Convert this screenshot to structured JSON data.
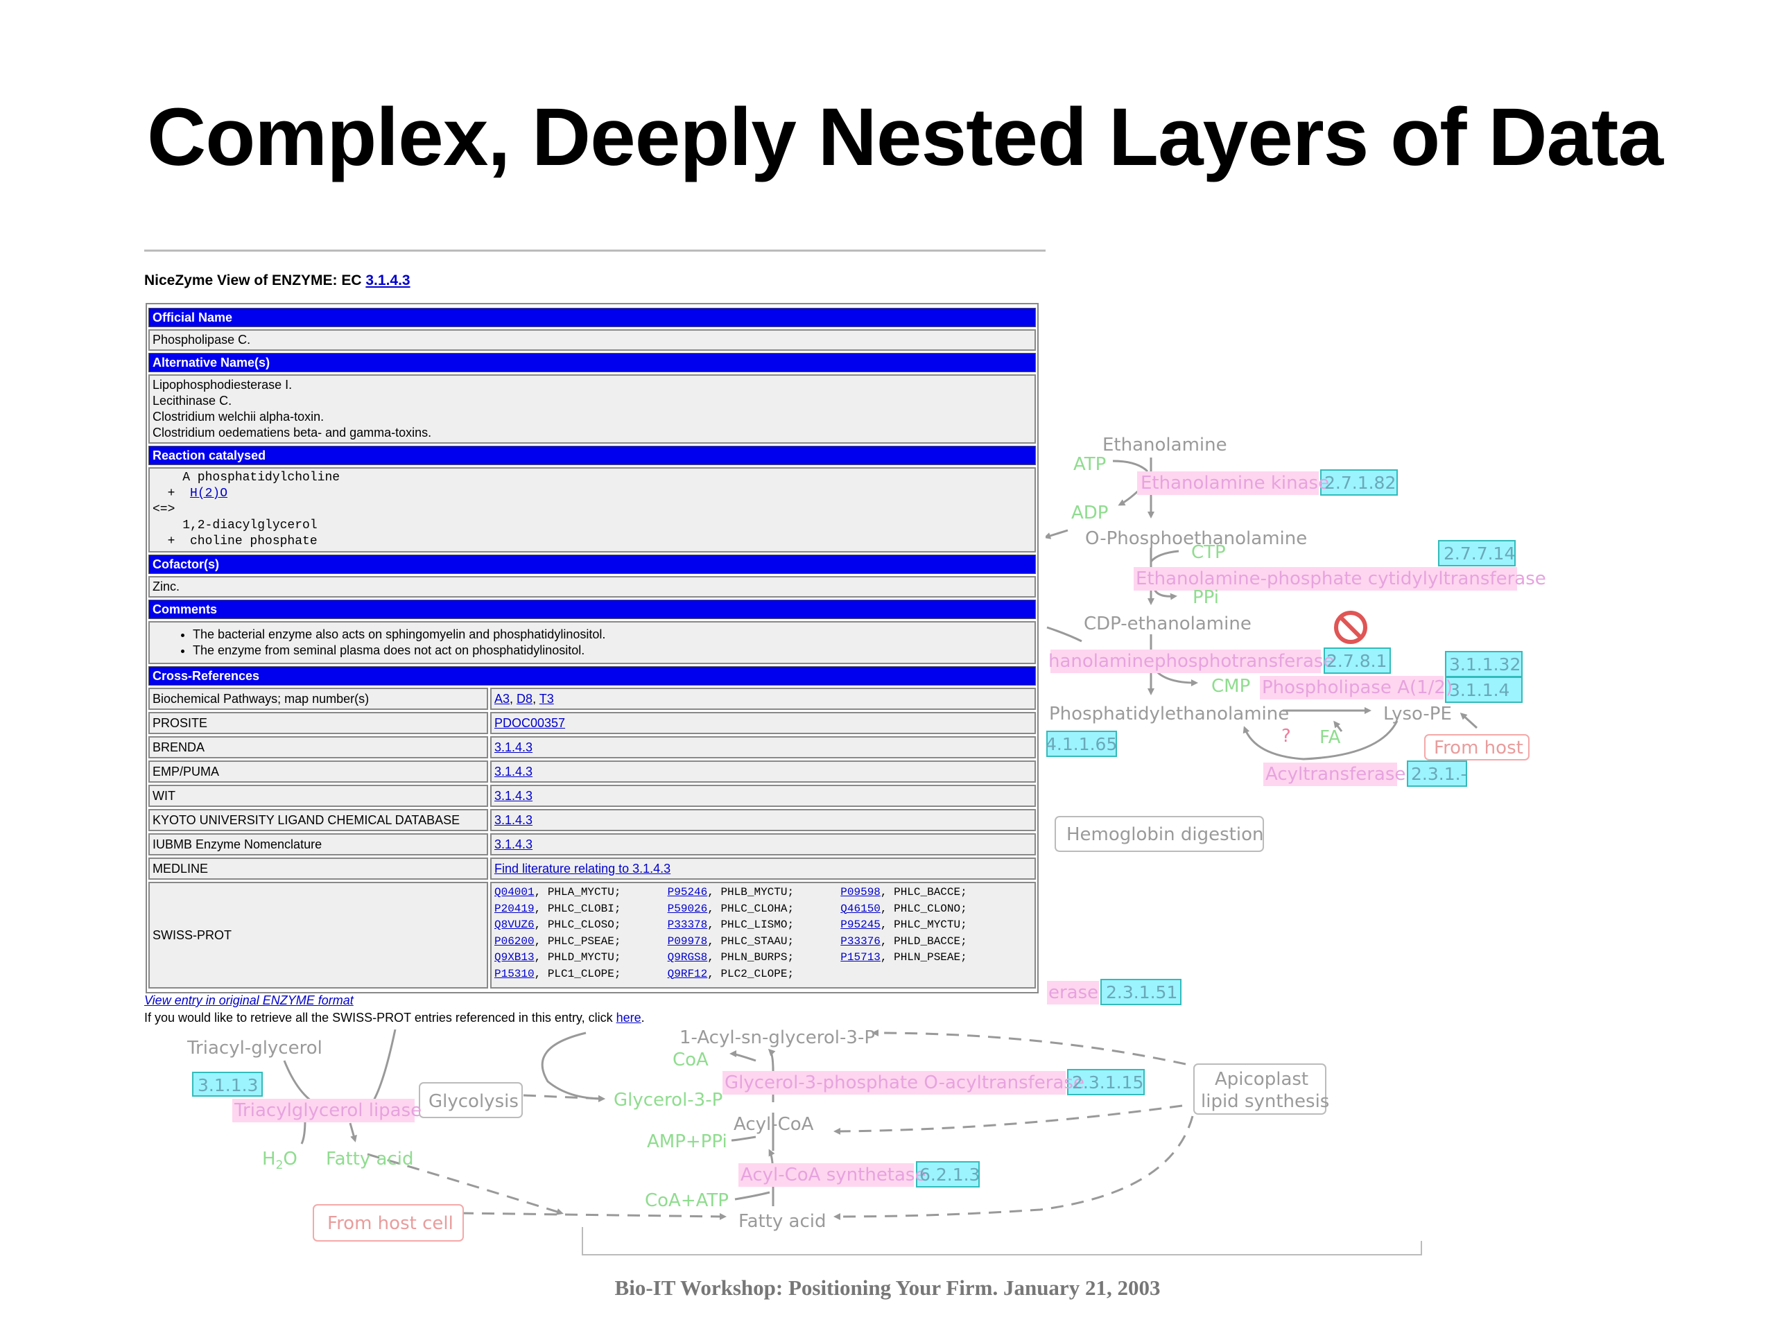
{
  "slide": {
    "title": "Complex, Deeply Nested Layers of Data",
    "footer": "Bio-IT Workshop: Positioning Your Firm. January 21, 2003"
  },
  "nicezyme": {
    "heading": "NiceZyme View of ENZYME: EC",
    "ec_number": "3.1.4.3",
    "official_name_label": "Official Name",
    "official_name": "Phospholipase C.",
    "alt_names_label": "Alternative Name(s)",
    "alt_names": [
      "Lipophosphodiesterase I.",
      "Lecithinase C.",
      "Clostridium welchii alpha-toxin.",
      "Clostridium oedematiens beta- and gamma-toxins."
    ],
    "reaction_label": "Reaction catalysed",
    "reaction": {
      "line1": "    A phosphatidylcholine",
      "plus1": "  +",
      "h2o": "H(2)O",
      "arrow": "<=>",
      "line3": "    1,2-diacylglycerol",
      "line4": "  +  choline phosphate"
    },
    "cofactors_label": "Cofactor(s)",
    "cofactor": "Zinc.",
    "comments_label": "Comments",
    "comments": [
      "The bacterial enzyme also acts on sphingomyelin and phosphatidylinositol.",
      "The enzyme from seminal plasma does not act on phosphatidylinositol."
    ],
    "xref_label": "Cross-References",
    "xrefs": [
      {
        "db": "Biochemical Pathways; map number(s)",
        "links": [
          "A3",
          "D8",
          "T3"
        ]
      },
      {
        "db": "PROSITE",
        "links": [
          "PDOC00357"
        ]
      },
      {
        "db": "BRENDA",
        "links": [
          "3.1.4.3"
        ]
      },
      {
        "db": "EMP/PUMA",
        "links": [
          "3.1.4.3"
        ]
      },
      {
        "db": "WIT",
        "links": [
          "3.1.4.3"
        ]
      },
      {
        "db": "KYOTO UNIVERSITY LIGAND CHEMICAL DATABASE",
        "links": [
          "3.1.4.3"
        ]
      },
      {
        "db": "IUBMB Enzyme Nomenclature",
        "links": [
          "3.1.4.3"
        ]
      },
      {
        "db": "MEDLINE",
        "links": [
          "Find literature relating to 3.1.4.3"
        ]
      }
    ],
    "swissprot": {
      "db": "SWISS-PROT",
      "rows": [
        [
          [
            "Q04001",
            "PHLA_MYCTU"
          ],
          [
            "P95246",
            "PHLB_MYCTU"
          ],
          [
            "P09598",
            "PHLC_BACCE"
          ]
        ],
        [
          [
            "P20419",
            "PHLC_CLOBI"
          ],
          [
            "P59026",
            "PHLC_CLOHA"
          ],
          [
            "Q46150",
            "PHLC_CLONO"
          ]
        ],
        [
          [
            "Q8VUZ6",
            "PHLC_CLOSO"
          ],
          [
            "P33378",
            "PHLC_LISMO"
          ],
          [
            "P95245",
            "PHLC_MYCTU"
          ]
        ],
        [
          [
            "P06200",
            "PHLC_PSEAE"
          ],
          [
            "P09978",
            "PHLC_STAAU"
          ],
          [
            "P33376",
            "PHLD_BACCE"
          ]
        ],
        [
          [
            "Q9XB13",
            "PHLD_MYCTU"
          ],
          [
            "Q9RGS8",
            "PHLN_BURPS"
          ],
          [
            "P15713",
            "PHLN_PSEAE"
          ]
        ],
        [
          [
            "P15310",
            "PLC1_CLOPE"
          ],
          [
            "Q9RF12",
            "PLC2_CLOPE"
          ]
        ]
      ]
    },
    "footer_link": "View entry in original ENZYME format",
    "footer_text": "If you would like to retrieve all the SWISS-PROT entries referenced in this entry, click",
    "footer_here": "here",
    "footer_end": "."
  },
  "pathway": {
    "ethanolamine": "Ethanolamine",
    "atp": "ATP",
    "ethanolamine_kinase": "Ethanolamine kinase",
    "ec_2_7_1_82": "2.7.1.82",
    "adp": "ADP",
    "o_phosphoethanolamine": "O-Phosphoethanolamine",
    "ctp": "CTP",
    "ec_2_7_7_14": "2.7.7.14",
    "eth_p_cytidylyltransferase": "Ethanolamine-phosphate cytidylyltransferase",
    "ppi": "PPi",
    "cdp_ethanolamine": "CDP-ethanolamine",
    "phosphotransferase": "hanolaminephosphotransferase",
    "ec_2_7_8_1": "2.7.8.1",
    "ec_3_1_1_32": "3.1.1.32",
    "cmp": "CMP",
    "phospholipase_a": "Phospholipase A(1/2)",
    "ec_3_1_1_4": "3.1.1.4",
    "phosphatidylethanolamine": "Phosphatidylethanolamine",
    "lyso_pe": "Lyso-PE",
    "ec_4_1_1_65": "4.1.1.65",
    "question": "?",
    "fa": "FA",
    "from_host": "From host",
    "acyltransferase": "Acyltransferase",
    "ec_2_3_1": "2.3.1.-",
    "hemoglobin_digestion": "Hemoglobin digestion",
    "erase": "erase",
    "ec_2_3_1_51": "2.3.1.51",
    "acyl_glycerol_3p": "1-Acyl-sn-glycerol-3-P",
    "triacylglycerol": "Triacyl-glycerol",
    "ec_3_1_1_3": "3.1.1.3",
    "triacylglycerol_lipase": "Triacylglycerol lipase",
    "h2o": "H",
    "h2o_sub": "2",
    "h2o_o": "O",
    "fatty_acid_1": "Fatty acid",
    "glycolysis": "Glycolysis",
    "coa": "CoA",
    "glycerol_3p": "Glycerol-3-P",
    "g3p_acyltransferase": "Glycerol-3-phosphate O-acyltransferase",
    "ec_2_3_1_15": "2.3.1.15",
    "apicoplast_1": "Apicoplast",
    "apicoplast_2": "lipid synthesis",
    "acyl_coa": "Acyl-CoA",
    "amp_ppi": "AMP+PPi",
    "acyl_coa_synthetase": "Acyl-CoA synthetase",
    "ec_6_2_1_3": "6.2.1.3",
    "coa_atp": "CoA+ATP",
    "fatty_acid_2": "Fatty acid",
    "from_host_cell": "From host cell"
  }
}
